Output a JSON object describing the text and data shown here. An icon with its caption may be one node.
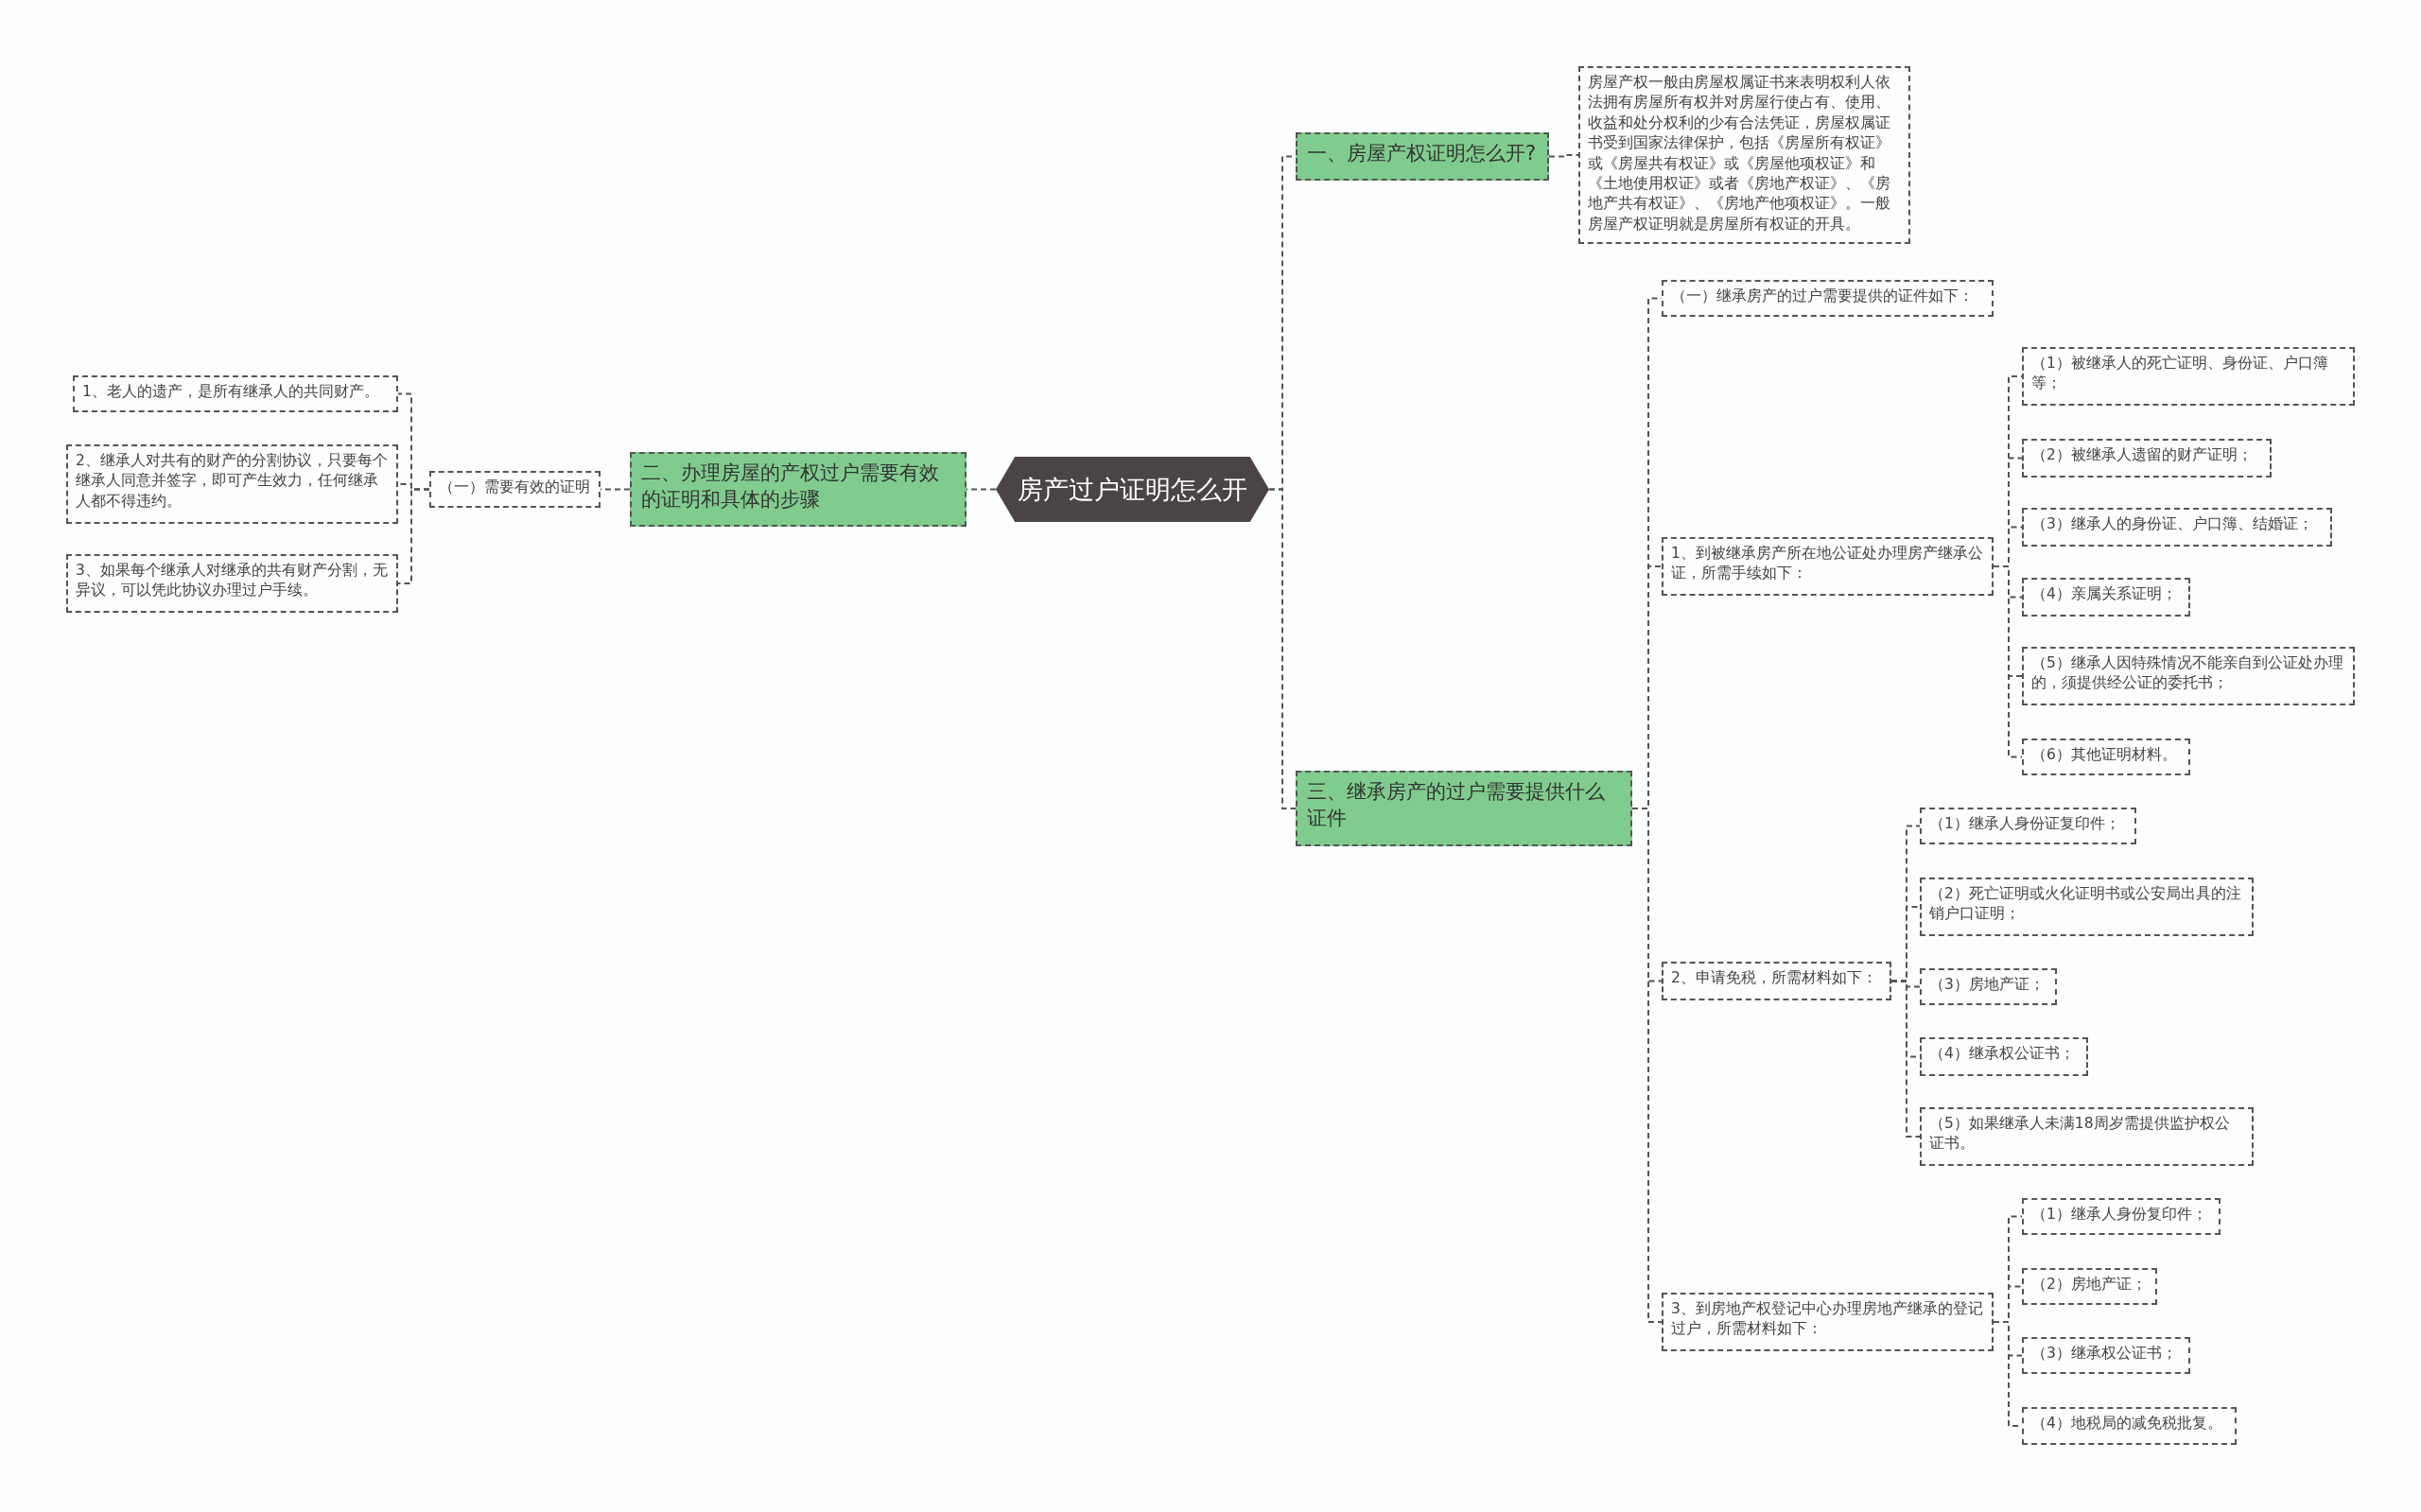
{
  "diagram": {
    "nodes": [
      {
        "text": [
          "房产过户证明怎么开"
        ]
      },
      {
        "text": [
          "一、房屋产权证明怎么开?"
        ]
      },
      {
        "text": [
          "房屋产权一般由房屋权属证书来表明权利人依法拥有房屋所有权并对房屋行使占有、使用、收益和处分权利的少有合法凭证，房屋权属证书受到国家法律保护，包括《房屋所有权证》或《房屋共有权证》或《房屋他项权证》和《土地使用权证》或者《房地产权证》、《房地产共有权证》、《房地产他项权证》。一般房屋产权证明就是房屋所有权证的开具。"
        ]
      },
      {
        "text": [
          "二、办理房屋的产权过户需要有效的证明和具体的步骤"
        ]
      },
      {
        "text": [
          "（一）需要有效的证明"
        ]
      },
      {
        "text": [
          "1、老人的遗产，是所有继承人的共同财产。"
        ]
      },
      {
        "text": [
          "2、继承人对共有的财产的分割协议，只要每个继承人同意并签字，即可产生效力，任何继承人都不得违约。"
        ]
      },
      {
        "text": [
          "3、如果每个继承人对继承的共有财产分割，无异议，可以凭此协议办理过户手续。"
        ]
      },
      {
        "text": [
          "三、继承房产的过户需要提供什么证件"
        ]
      },
      {
        "text": [
          "（一）继承房产的过户需要提供的证件如下："
        ]
      },
      {
        "text": [
          "1、到被继承房产所在地公证处办理房产继承公证，所需手续如下："
        ]
      },
      {
        "text": [
          "（1）被继承人的死亡证明、身份证、户口簿等；"
        ]
      },
      {
        "text": [
          "（2）被继承人遗留的财产证明；"
        ]
      },
      {
        "text": [
          "（3）继承人的身份证、户口簿、结婚证；"
        ]
      },
      {
        "text": [
          "（4）亲属关系证明；"
        ]
      },
      {
        "text": [
          "（5）继承人因特殊情况不能亲自到公证处办理的，须提供经公证的委托书；"
        ]
      },
      {
        "text": [
          "（6）其他证明材料。"
        ]
      },
      {
        "text": [
          "2、申请免税，所需材料如下："
        ]
      },
      {
        "text": [
          "（1）继承人身份证复印件；"
        ]
      },
      {
        "text": [
          "（2）死亡证明或火化证明书或公安局出具的注销户口证明；"
        ]
      },
      {
        "text": [
          "（3）房地产证；"
        ]
      },
      {
        "text": [
          "（4）继承权公证书；"
        ]
      },
      {
        "text": [
          "（5）如果继承人未满18周岁需提供监护权公证书。"
        ]
      },
      {
        "text": [
          "3、到房地产权登记中心办理房地产继承的登记过户，所需材料如下："
        ]
      },
      {
        "text": [
          "（1）继承人身份复印件；"
        ]
      },
      {
        "text": [
          "（2）房地产证；"
        ]
      },
      {
        "text": [
          "（3）继承权公证书；"
        ]
      },
      {
        "text": [
          "（4）地税局的减免税批复。"
        ]
      }
    ],
    "edges": [
      {
        "from": 0,
        "to": 1,
        "arrow": "none"
      },
      {
        "from": 1,
        "to": 2,
        "arrow": "none"
      },
      {
        "from": 0,
        "to": 3,
        "arrow": "none"
      },
      {
        "from": 3,
        "to": 4,
        "arrow": "none"
      },
      {
        "from": 4,
        "to": 5,
        "arrow": "none"
      },
      {
        "from": 4,
        "to": 6,
        "arrow": "none"
      },
      {
        "from": 4,
        "to": 7,
        "arrow": "none"
      },
      {
        "from": 0,
        "to": 8,
        "arrow": "none"
      },
      {
        "from": 8,
        "to": 9,
        "arrow": "none"
      },
      {
        "from": 8,
        "to": 10,
        "arrow": "none"
      },
      {
        "from": 10,
        "to": 11,
        "arrow": "none"
      },
      {
        "from": 10,
        "to": 12,
        "arrow": "none"
      },
      {
        "from": 10,
        "to": 13,
        "arrow": "none"
      },
      {
        "from": 10,
        "to": 14,
        "arrow": "none"
      },
      {
        "from": 10,
        "to": 15,
        "arrow": "none"
      },
      {
        "from": 10,
        "to": 16,
        "arrow": "none"
      },
      {
        "from": 8,
        "to": 17,
        "arrow": "none"
      },
      {
        "from": 17,
        "to": 18,
        "arrow": "none"
      },
      {
        "from": 17,
        "to": 19,
        "arrow": "none"
      },
      {
        "from": 17,
        "to": 20,
        "arrow": "none"
      },
      {
        "from": 17,
        "to": 21,
        "arrow": "none"
      },
      {
        "from": 17,
        "to": 22,
        "arrow": "none"
      },
      {
        "from": 8,
        "to": 23,
        "arrow": "none"
      },
      {
        "from": 23,
        "to": 24,
        "arrow": "none"
      },
      {
        "from": 23,
        "to": 25,
        "arrow": "none"
      },
      {
        "from": 23,
        "to": 26,
        "arrow": "none"
      },
      {
        "from": 23,
        "to": 27,
        "arrow": "none"
      }
    ]
  }
}
